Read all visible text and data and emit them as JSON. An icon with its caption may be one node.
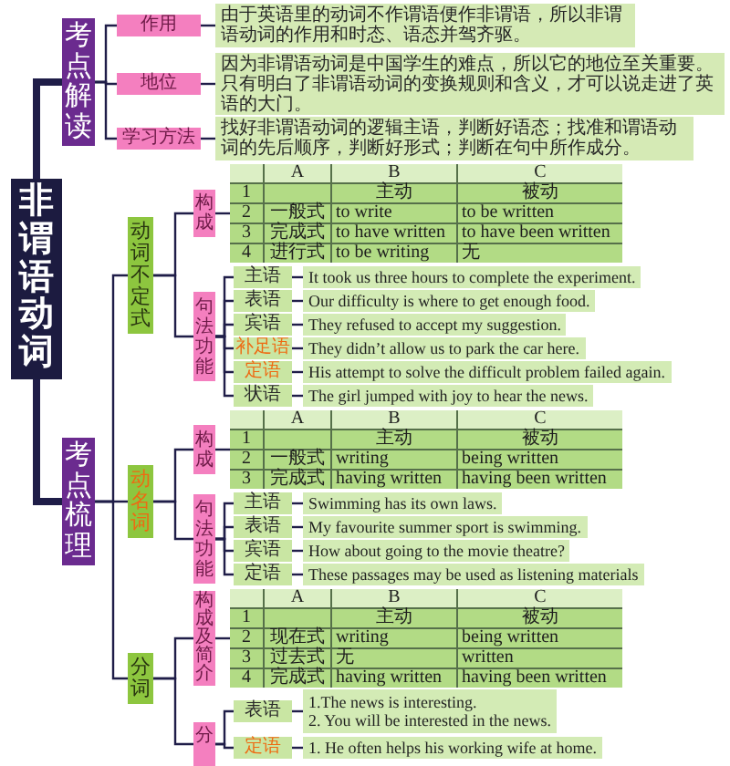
{
  "diagram": {
    "nodes": [
      {
        "text": [
          "非谓语动词"
        ]
      },
      {
        "text": [
          "考点解读"
        ]
      },
      {
        "text": [
          "作用"
        ]
      },
      {
        "text": [
          "由于英语里的动词不作谓语便作非谓语，所以非谓语动词的作用和时态、语态并驾齐驱。"
        ]
      },
      {
        "text": [
          "地位"
        ]
      },
      {
        "text": [
          "因为非谓语动词是中国学生的难点，所以它的地位至关重要。只有明白了非谓语动词的变换规则和含义，才可以说走进了英语的大门。"
        ]
      },
      {
        "text": [
          "学习方法"
        ]
      },
      {
        "text": [
          "找好非谓语动词的逻辑主语，判断好语态；找准和谓语动词的先后顺序，判断好形式；判断在句中所作成分。"
        ]
      },
      {
        "text": [
          "考点梳理"
        ]
      },
      {
        "text": [
          "动词不定式"
        ]
      },
      {
        "text": [
          "构成"
        ]
      },
      {
        "text": [
          "A",
          "B",
          "C",
          "1",
          "主动",
          "被动",
          "2",
          "一般式",
          "to write",
          "to be written",
          "3",
          "完成式",
          "to have written",
          "to have been written",
          "4",
          "进行式",
          "to be writing",
          "无"
        ]
      },
      {
        "text": [
          "句法功能"
        ]
      },
      {
        "text": [
          "主语"
        ]
      },
      {
        "text": [
          "It took us three hours to complete the experiment."
        ]
      },
      {
        "text": [
          "表语"
        ]
      },
      {
        "text": [
          "Our difficulty is where to get enough food."
        ]
      },
      {
        "text": [
          "宾语"
        ]
      },
      {
        "text": [
          "They refused to accept my suggestion."
        ]
      },
      {
        "text": [
          "补足语"
        ]
      },
      {
        "text": [
          "They didn’t allow us to park the car here."
        ]
      },
      {
        "text": [
          "定语"
        ]
      },
      {
        "text": [
          "His attempt to solve the difficult problem failed again."
        ]
      },
      {
        "text": [
          "状语"
        ]
      },
      {
        "text": [
          "The girl jumped with joy to hear the news."
        ]
      },
      {
        "text": [
          "动名词"
        ]
      },
      {
        "text": [
          "构成"
        ]
      },
      {
        "text": [
          "A",
          "B",
          "C",
          "1",
          "主动",
          "被动",
          "2",
          "一般式",
          "writing",
          "being written",
          "3",
          "完成式",
          "having written",
          "having been written"
        ]
      },
      {
        "text": [
          "句法功能"
        ]
      },
      {
        "text": [
          "主语"
        ]
      },
      {
        "text": [
          "Swimming has its own laws."
        ]
      },
      {
        "text": [
          "表语"
        ]
      },
      {
        "text": [
          "My favourite summer sport is swimming."
        ]
      },
      {
        "text": [
          "宾语"
        ]
      },
      {
        "text": [
          "How about going to the movie theatre?"
        ]
      },
      {
        "text": [
          "定语"
        ]
      },
      {
        "text": [
          "These passages may be used as listening materials"
        ]
      },
      {
        "text": [
          "分词"
        ]
      },
      {
        "text": [
          "构成及简介"
        ]
      },
      {
        "text": [
          "A",
          "B",
          "C",
          "1",
          "主动",
          "被动",
          "2",
          "现在式",
          "writing",
          "being written",
          "3",
          "过去式",
          "无",
          "written",
          "4",
          "完成式",
          "having written",
          "having been written"
        ]
      },
      {
        "text": [
          "分"
        ]
      },
      {
        "text": [
          "表语"
        ]
      },
      {
        "text": [
          "1.The news is interesting.",
          "2. You will be interested in the news."
        ]
      },
      {
        "text": [
          "定语"
        ]
      },
      {
        "text": [
          "1. He often helps his working wife at home."
        ]
      }
    ],
    "edges": [
      {
        "from": 0,
        "to": 1,
        "arrow": "none",
        "style": "thick"
      },
      {
        "from": 0,
        "to": 8,
        "arrow": "none",
        "style": "thick"
      },
      {
        "from": 1,
        "to": 2,
        "arrow": "none"
      },
      {
        "from": 1,
        "to": 4,
        "arrow": "none"
      },
      {
        "from": 1,
        "to": 6,
        "arrow": "none"
      },
      {
        "from": 2,
        "to": 3,
        "arrow": "none"
      },
      {
        "from": 4,
        "to": 5,
        "arrow": "none"
      },
      {
        "from": 6,
        "to": 7,
        "arrow": "none"
      },
      {
        "from": 8,
        "to": 9,
        "arrow": "none"
      },
      {
        "from": 8,
        "to": 25,
        "arrow": "none"
      },
      {
        "from": 8,
        "to": 37,
        "arrow": "none"
      },
      {
        "from": 9,
        "to": 10,
        "arrow": "none"
      },
      {
        "from": 9,
        "to": 12,
        "arrow": "none"
      },
      {
        "from": 10,
        "to": 11,
        "arrow": "none"
      },
      {
        "from": 12,
        "to": 13,
        "arrow": "none"
      },
      {
        "from": 12,
        "to": 15,
        "arrow": "none"
      },
      {
        "from": 12,
        "to": 17,
        "arrow": "none"
      },
      {
        "from": 12,
        "to": 19,
        "arrow": "none"
      },
      {
        "from": 12,
        "to": 21,
        "arrow": "none"
      },
      {
        "from": 12,
        "to": 23,
        "arrow": "none"
      },
      {
        "from": 13,
        "to": 14,
        "arrow": "none"
      },
      {
        "from": 15,
        "to": 16,
        "arrow": "none"
      },
      {
        "from": 17,
        "to": 18,
        "arrow": "none"
      },
      {
        "from": 19,
        "to": 20,
        "arrow": "none"
      },
      {
        "from": 21,
        "to": 22,
        "arrow": "none"
      },
      {
        "from": 23,
        "to": 24,
        "arrow": "none"
      },
      {
        "from": 25,
        "to": 26,
        "arrow": "none"
      },
      {
        "from": 25,
        "to": 28,
        "arrow": "none"
      },
      {
        "from": 26,
        "to": 27,
        "arrow": "none"
      },
      {
        "from": 28,
        "to": 29,
        "arrow": "none"
      },
      {
        "from": 28,
        "to": 31,
        "arrow": "none"
      },
      {
        "from": 28,
        "to": 33,
        "arrow": "none"
      },
      {
        "from": 28,
        "to": 35,
        "arrow": "none"
      },
      {
        "from": 29,
        "to": 30,
        "arrow": "none"
      },
      {
        "from": 31,
        "to": 32,
        "arrow": "none"
      },
      {
        "from": 33,
        "to": 34,
        "arrow": "none"
      },
      {
        "from": 35,
        "to": 36,
        "arrow": "none"
      },
      {
        "from": 37,
        "to": 38,
        "arrow": "none"
      },
      {
        "from": 37,
        "to": 40,
        "arrow": "none"
      },
      {
        "from": 38,
        "to": 39,
        "arrow": "none"
      },
      {
        "from": 40,
        "to": 41,
        "arrow": "none"
      },
      {
        "from": 40,
        "to": 43,
        "arrow": "none"
      },
      {
        "from": 41,
        "to": 42,
        "arrow": "none"
      },
      {
        "from": 43,
        "to": 44,
        "arrow": "none"
      }
    ]
  }
}
